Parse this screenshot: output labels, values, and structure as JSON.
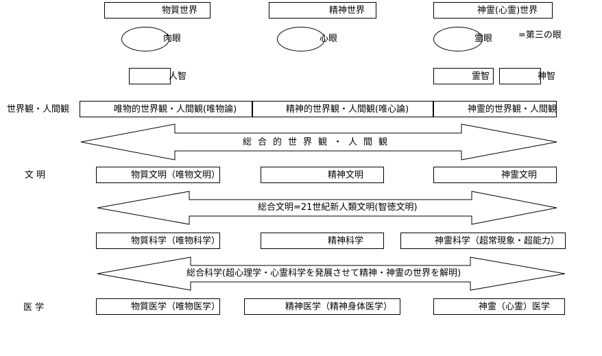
{
  "row_worlds": [
    "物質世界",
    "精神世界",
    "神霊(心霊)世界"
  ],
  "row_eyes": [
    "肉眼",
    "心眼",
    "霊眼",
    "=第三の眼"
  ],
  "row_wisdom": [
    "人智",
    "霊智",
    "神智"
  ],
  "row_worldview": {
    "label": "世界観・人間観",
    "items": [
      "唯物的世界観・人間観(唯物論)",
      "精神的世界観・人間観(唯心論)",
      "神霊的世界観・人間観"
    ],
    "arrow": "総合的世界観・人間観"
  },
  "row_civilization": {
    "label": "文 明",
    "items": [
      "物質文明（唯物文明）",
      "精神文明",
      "神霊文明"
    ],
    "arrow": "総合文明=21世紀新人類文明(智徳文明)"
  },
  "row_science": {
    "items": [
      "物質科学（唯物科学）",
      "精神科学",
      "神霊科学（超常現象・超能力）"
    ],
    "arrow": "総合科学(超心理学・心霊科学を発展させて精神・神霊の世界を解明)"
  },
  "row_medicine": {
    "label": "医 学",
    "items": [
      "物質医学（唯物医学）",
      "精神医学（精神身体医学）",
      "神霊（心霊）医学"
    ]
  }
}
